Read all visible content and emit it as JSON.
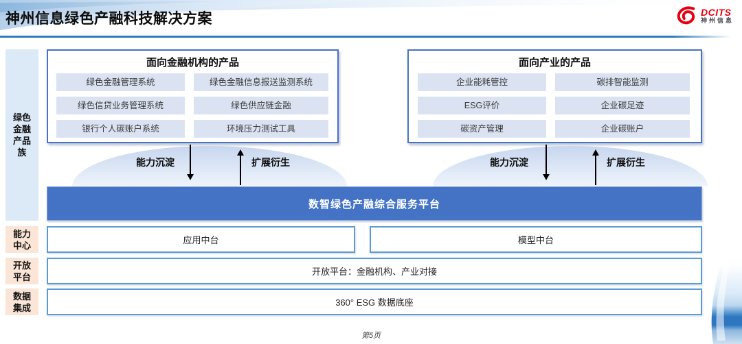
{
  "header": {
    "title": "神州信息绿色产融科技解决方案",
    "logo": {
      "brand": "DCITS",
      "brand_cn": "神州信息"
    }
  },
  "sidebar": {
    "groups": [
      {
        "label": "绿色金融产品族",
        "lines": [
          "绿色",
          "金融",
          "产品",
          "族"
        ]
      },
      {
        "label": "能力中心",
        "lines": [
          "能力",
          "中心"
        ]
      },
      {
        "label": "开放平台",
        "lines": [
          "开放",
          "平台"
        ]
      },
      {
        "label": "数据集成",
        "lines": [
          "数据",
          "集成"
        ]
      }
    ]
  },
  "product_groups": [
    {
      "title": "面向金融机构的产品",
      "items": [
        "绿色金融管理系统",
        "绿色金融信息报送监测系统",
        "绿色信贷业务管理系统",
        "绿色供应链金融",
        "银行个人碳账户系统",
        "环境压力测试工具"
      ]
    },
    {
      "title": "面向产业的产品",
      "items": [
        "企业能耗管控",
        "碳排智能监测",
        "ESG评价",
        "企业碳足迹",
        "碳资产管理",
        "企业碳账户"
      ]
    }
  ],
  "flow_labels": {
    "down": "能力沉淀",
    "up": "扩展衍生"
  },
  "platform_banner": "数智绿色产融综合服务平台",
  "rows": {
    "capability_center": [
      "应用中台",
      "模型中台"
    ],
    "open_platform": "开放平台：金融机构、产业对接",
    "data_integration": "360° ESG 数据底座"
  },
  "footer": {
    "page": "第5页"
  },
  "colors": {
    "banner-blue": "#4472c4",
    "accent-blue": "#4472c4",
    "border-blue": "#5b9bd5",
    "chip-blue": "#dbe3f2",
    "side-blue": "#dce9f7",
    "side-peach": "#fbe5d6",
    "brand-red": "#e60012",
    "rule-blue": "#2b7ac0"
  }
}
